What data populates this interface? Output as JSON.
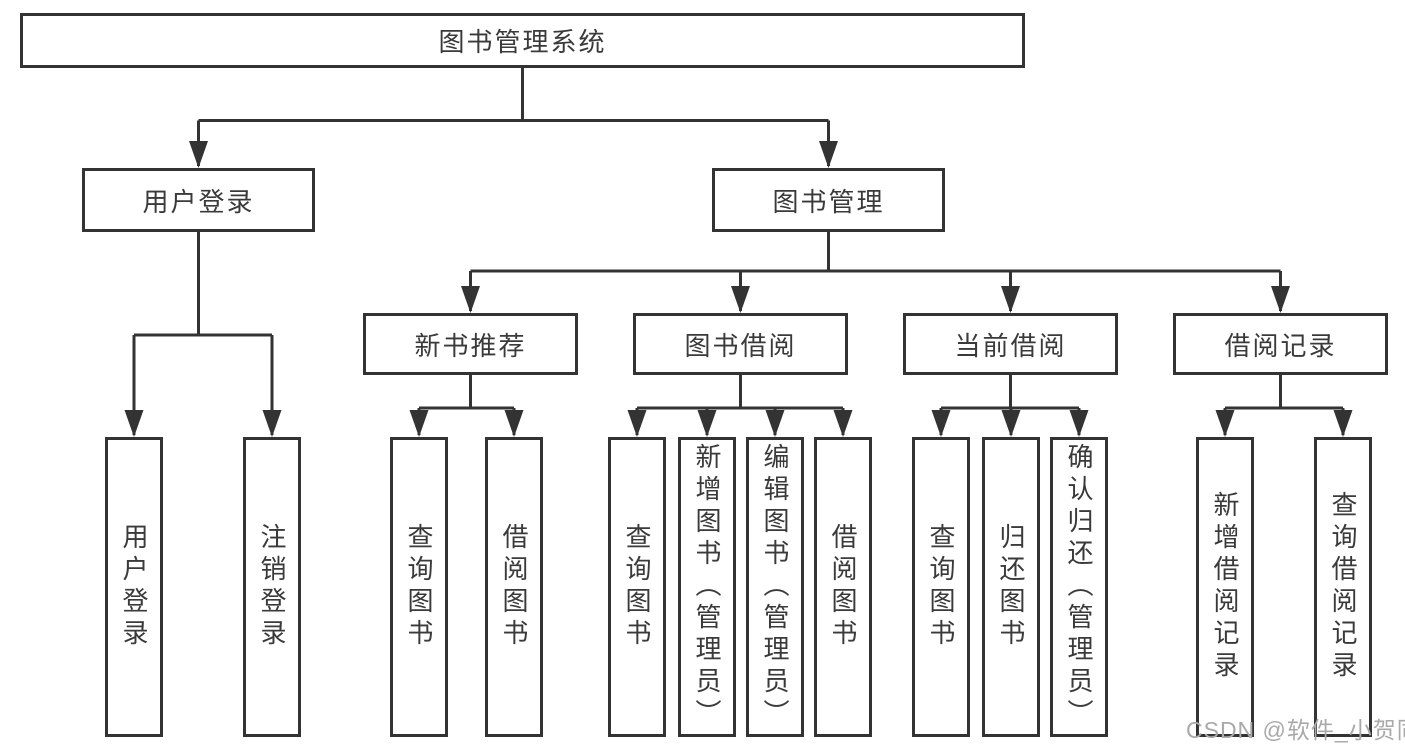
{
  "diagram": {
    "root": {
      "label": "图书管理系统"
    },
    "level2": [
      {
        "label": "用户登录"
      },
      {
        "label": "图书管理"
      }
    ],
    "level3": [
      {
        "label": "新书推荐",
        "parent": "图书管理"
      },
      {
        "label": "图书借阅",
        "parent": "图书管理"
      },
      {
        "label": "当前借阅",
        "parent": "图书管理"
      },
      {
        "label": "借阅记录",
        "parent": "图书管理"
      }
    ],
    "leaves": [
      {
        "label": "用户登录",
        "parent": "用户登录"
      },
      {
        "label": "注销登录",
        "parent": "用户登录"
      },
      {
        "label": "查询图书",
        "parent": "新书推荐"
      },
      {
        "label": "借阅图书",
        "parent": "新书推荐"
      },
      {
        "label": "查询图书",
        "parent": "图书借阅"
      },
      {
        "label": "新增图书（管理员）",
        "parent": "图书借阅"
      },
      {
        "label": "编辑图书（管理员）",
        "parent": "图书借阅"
      },
      {
        "label": "借阅图书",
        "parent": "图书借阅"
      },
      {
        "label": "查询图书",
        "parent": "当前借阅"
      },
      {
        "label": "归还图书",
        "parent": "当前借阅"
      },
      {
        "label": "确认归还（管理员）",
        "parent": "当前借阅"
      },
      {
        "label": "新增借阅记录",
        "parent": "借阅记录"
      },
      {
        "label": "查询借阅记录",
        "parent": "借阅记录"
      }
    ],
    "watermark": "CSDN @软件_小贺同学",
    "colors": {
      "line": "#333333",
      "text": "#3a3a3a",
      "watermark": "#a9a9a9",
      "background": "#ffffff"
    }
  }
}
